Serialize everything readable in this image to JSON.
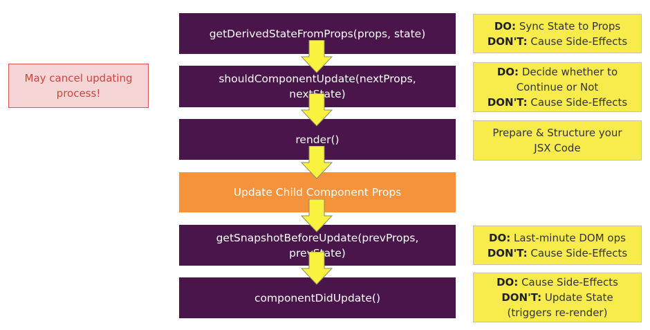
{
  "warning": "May cancel updating\nprocess!",
  "lifecycle": [
    "getDerivedStateFromProps(props, state)",
    "shouldComponentUpdate(nextProps,\nnextState)",
    "render()",
    "Update Child Component Props",
    "getSnapshotBeforeUpdate(prevProps,\nprevState)",
    "componentDidUpdate()"
  ],
  "notes": [
    {
      "lines": [
        {
          "label": "DO:",
          "text": "Sync State to Props"
        },
        {
          "label": "DON'T:",
          "text": "Cause Side-Effects"
        }
      ]
    },
    {
      "lines": [
        {
          "label": "DO:",
          "text": "Decide whether to"
        },
        {
          "label": "",
          "text": "Continue or Not"
        },
        {
          "label": "DON'T:",
          "text": "Cause Side-Effects"
        }
      ]
    },
    {
      "lines": [
        {
          "label": "",
          "text": "Prepare & Structure your"
        },
        {
          "label": "",
          "text": "JSX Code"
        }
      ]
    },
    {
      "lines": [
        {
          "label": "DO:",
          "text": "Last-minute DOM ops"
        },
        {
          "label": "DON'T:",
          "text": "Cause Side-Effects"
        }
      ]
    },
    {
      "lines": [
        {
          "label": "DO:",
          "text": "Cause Side-Effects"
        },
        {
          "label": "DON'T:",
          "text": "Update State"
        },
        {
          "label": "",
          "text": "(triggers re-render)"
        }
      ]
    }
  ],
  "colors": {
    "step": "#4a154b",
    "highlight": "#f5923c",
    "note": "#f7ec4c",
    "arrow": "#f9f33f",
    "warning": "#f6d5d6"
  }
}
